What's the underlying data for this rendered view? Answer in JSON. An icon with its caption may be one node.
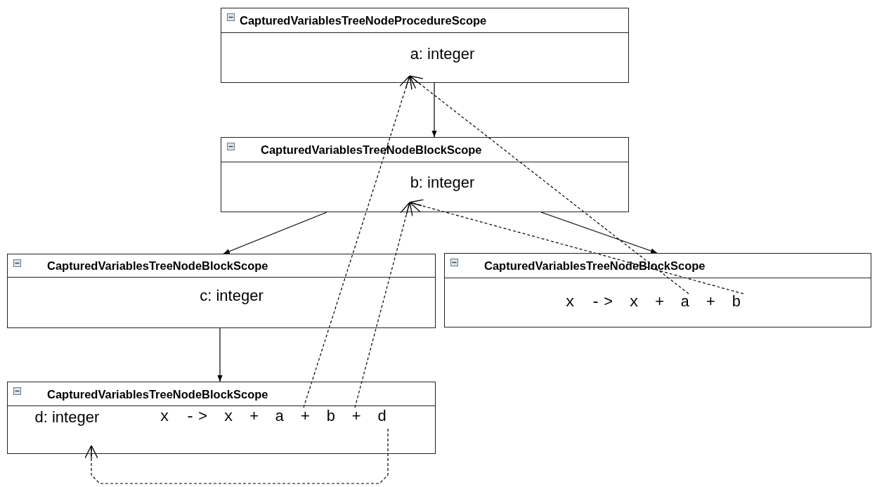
{
  "diagram": {
    "nodes": [
      {
        "text": [
          "CapturedVariablesTreeNodeProcedureScope"
        ]
      },
      {
        "text": [
          "a: integer"
        ],
        "in": 0
      },
      {
        "text": [
          "CapturedVariablesTreeNodeBlockScope"
        ]
      },
      {
        "text": [
          "b: integer"
        ],
        "in": 2
      },
      {
        "text": [
          "CapturedVariablesTreeNodeBlockScope"
        ]
      },
      {
        "text": [
          "c: integer"
        ],
        "in": 4
      },
      {
        "text": [
          "CapturedVariablesTreeNodeBlockScope"
        ]
      },
      {
        "text": [
          "x -> x + a + b"
        ],
        "in": 6
      },
      {
        "text": [
          "CapturedVariablesTreeNodeBlockScope"
        ]
      },
      {
        "text": [
          "d: integer"
        ],
        "in": 8
      },
      {
        "text": [
          "x -> x + a + b + d"
        ],
        "in": 8
      }
    ],
    "edges": [
      {
        "from": 0,
        "to": 2,
        "arrow": "to"
      },
      {
        "from": 2,
        "to": 4,
        "arrow": "to"
      },
      {
        "from": 2,
        "to": 6,
        "arrow": "to"
      },
      {
        "from": 4,
        "to": 8,
        "arrow": "to"
      },
      {
        "from": 10,
        "to": 1,
        "arrow": "to",
        "style": "dashed"
      },
      {
        "from": 10,
        "to": 3,
        "arrow": "to",
        "style": "dashed"
      },
      {
        "from": 10,
        "to": 9,
        "arrow": "to",
        "style": "dashed"
      },
      {
        "from": 7,
        "to": 1,
        "arrow": "to",
        "style": "dashed"
      },
      {
        "from": 7,
        "to": 3,
        "arrow": "to",
        "style": "dashed"
      }
    ]
  }
}
